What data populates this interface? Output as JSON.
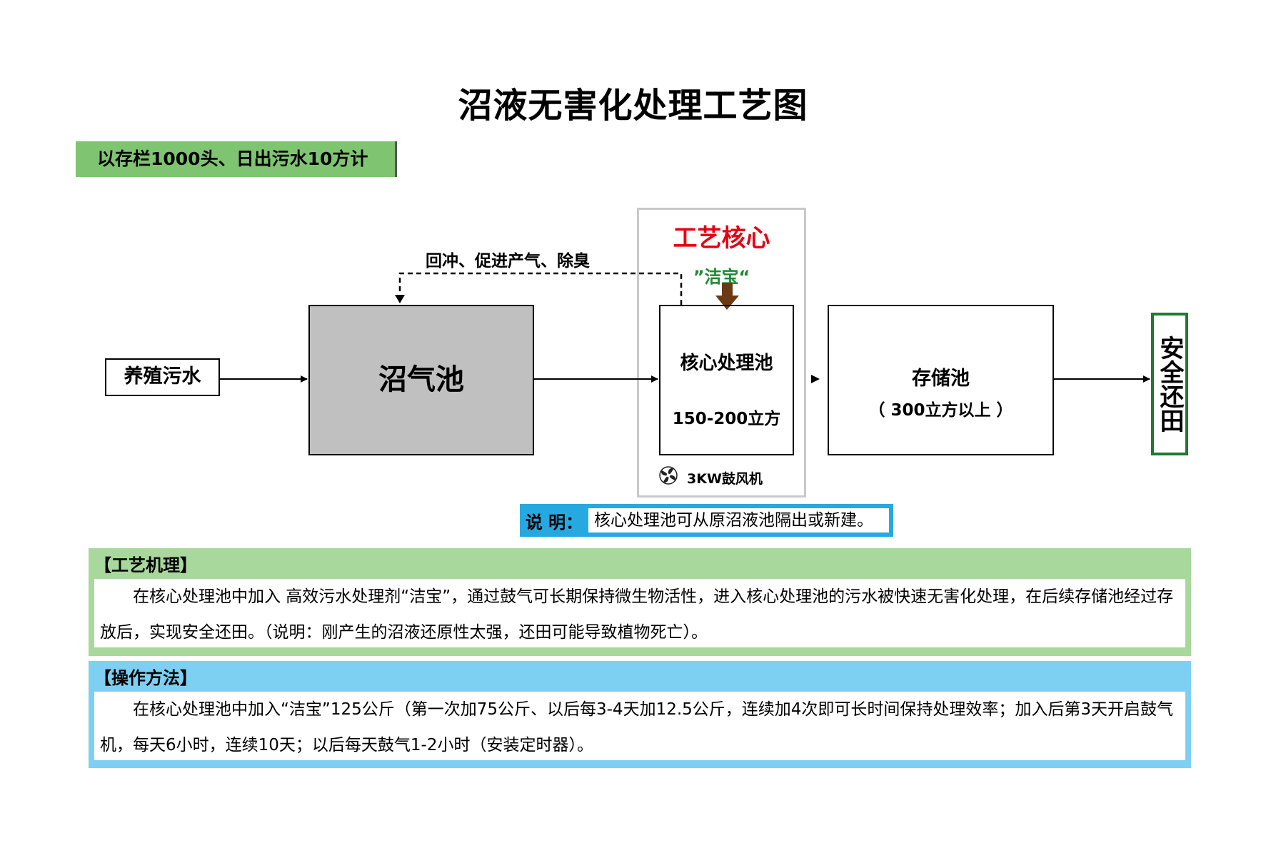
{
  "title": "沼液无害化处理工艺图",
  "subtitle": "以存栏1000头、日出污水10方计",
  "core_title": "工艺核心",
  "additive": "”洁宝“",
  "backflow_label": "回冲、促进产气、除臭",
  "nodes": {
    "source": "养殖污水",
    "digester": "沼气池",
    "core_pool": "核心处理池",
    "core_volume": "150-200立方",
    "storage": "存储池",
    "storage_capacity": "（ 300立方以上 ）",
    "field": "安全还田"
  },
  "blower_label": "3KW鼓风机",
  "note": {
    "key": "说 明：",
    "text": "核心处理池可从原沼液池隔出或新建。"
  },
  "mechanism": {
    "heading": "【工艺机理】",
    "body": "在核心处理池中加入 高效污水处理剂“洁宝”，通过鼓气可长期保持微生物活性，进入核心处理池的污水被快速无害化处理，在后续存储池经过存放后，实现安全还田。（说明：刚产生的沼液还原性太强，还田可能导致植物死亡）。"
  },
  "operation": {
    "heading": "【操作方法】",
    "body": "在核心处理池中加入“洁宝”125公斤（第一次加75公斤、以后每3-4天加12.5公斤，连续加4次即可长时间保持处理效率；加入后第3天开启鼓气机，每天6小时，连续10天；以后每天鼓气1-2小时（安装定时器）。"
  },
  "colors": {
    "subtitle_bg": "#7fc571",
    "core_title": "#e60012",
    "additive": "#1e8a2e",
    "additive_arrow": "#6b3a14",
    "field_border": "#1e7a2e",
    "digester_fill": "#c0c0c0",
    "note_bg": "#26a9e0",
    "mechanism_bg": "#a8d89c",
    "operation_bg": "#7ed0f3"
  }
}
